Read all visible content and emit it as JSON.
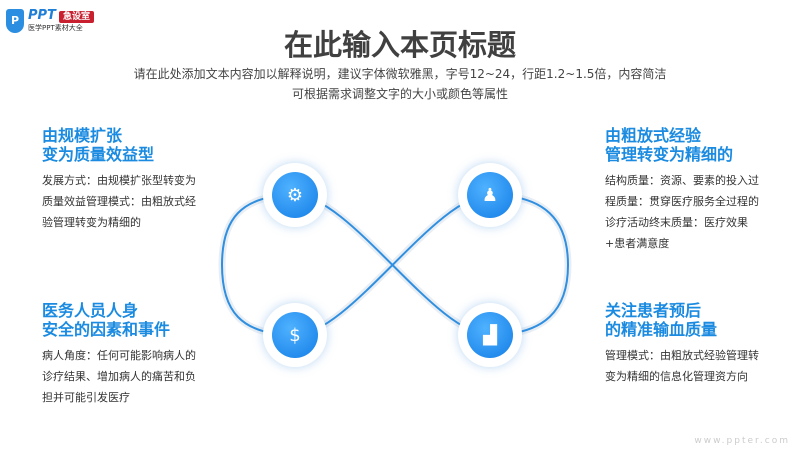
{
  "logo": {
    "mark": "P",
    "name": "PPT",
    "badge": "急设室",
    "tagline": "医学PPT素材大全"
  },
  "title": "在此输入本页标题",
  "subtitle": [
    "请在此处添加文本内容加以解释说明，建议字体微软雅黑，字号12~24，行距1.2~1.5倍，内容简洁",
    "可根据需求调整文字的大小或颜色等属性"
  ],
  "blocks": [
    {
      "heading": [
        "由规模扩张",
        "变为质量效益型"
      ],
      "body": "发展方式：由规模扩张型转变为质量效益管理模式：由粗放式经验管理转变为精细的",
      "icon": "gears-icon"
    },
    {
      "heading": [
        "医务人员人身",
        "安全的因素和事件"
      ],
      "body": "病人角度：任何可能影响病人的诊疗结果、增加病人的痛苦和负担并可能引发医疗",
      "icon": "money-hand-icon"
    },
    {
      "heading": [
        "由粗放式经验",
        "管理转变为精细的"
      ],
      "body": "结构质量：资源、要素的投入过程质量：贯穿医疗服务全过程的诊疗活动终末质量：医疗效果+患者满意度",
      "icon": "person-gear-icon"
    },
    {
      "heading": [
        "关注患者预后",
        "的精准输血质量"
      ],
      "body": "管理模式：由粗放式经验管理转变为精细的信息化管理资方向",
      "icon": "bar-chart-icon"
    }
  ],
  "watermark": "www.ppter.com"
}
